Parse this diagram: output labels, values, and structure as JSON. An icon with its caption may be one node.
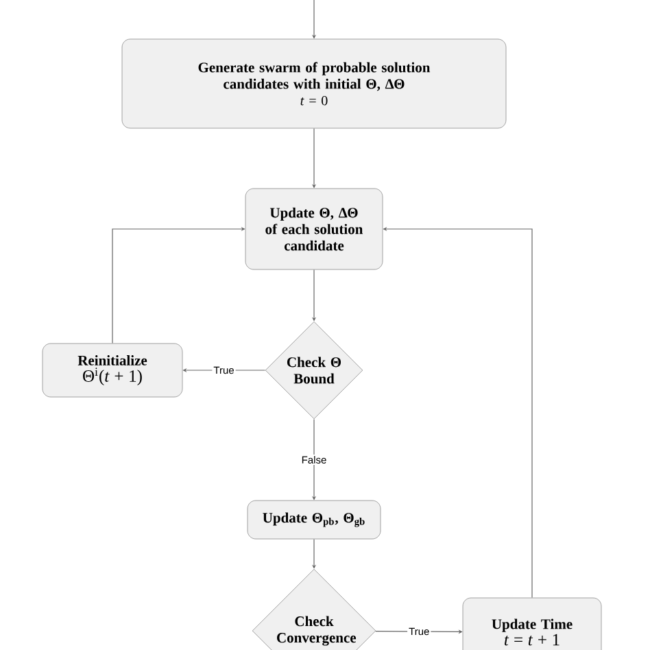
{
  "diagram": {
    "nodes": [
      {
        "text": [
          "Generate swarm of probable solution candidates with initial Θ, ΔΘ",
          "*t* = 0"
        ]
      },
      {
        "text": [
          "Update Θ, ΔΘ of each solution candidate"
        ]
      },
      {
        "text": [
          "Check Θ Bound"
        ]
      },
      {
        "text": [
          "Reinitialize",
          "Θ$^{i}$(*t* + 1)"
        ]
      },
      {
        "text": [
          "Update Θ$_{pb}$, Θ$_{gb}$"
        ]
      },
      {
        "text": [
          "Check Convergence"
        ]
      },
      {
        "text": [
          "Update Time",
          "*t* = *t* + 1"
        ]
      }
    ],
    "edges": [
      {
        "from": null,
        "to": 0,
        "arrow": "to"
      },
      {
        "from": 0,
        "to": 1,
        "arrow": "to"
      },
      {
        "from": 1,
        "to": 2,
        "arrow": "to"
      },
      {
        "from": 2,
        "to": 3,
        "arrow": "to",
        "label": "True"
      },
      {
        "from": 3,
        "to": 1,
        "arrow": "to"
      },
      {
        "from": 2,
        "to": 4,
        "arrow": "to",
        "label": "False"
      },
      {
        "from": 4,
        "to": 5,
        "arrow": "to"
      },
      {
        "from": 5,
        "to": 6,
        "arrow": "to",
        "label": "True"
      },
      {
        "from": 6,
        "to": 1,
        "arrow": "to"
      }
    ]
  }
}
